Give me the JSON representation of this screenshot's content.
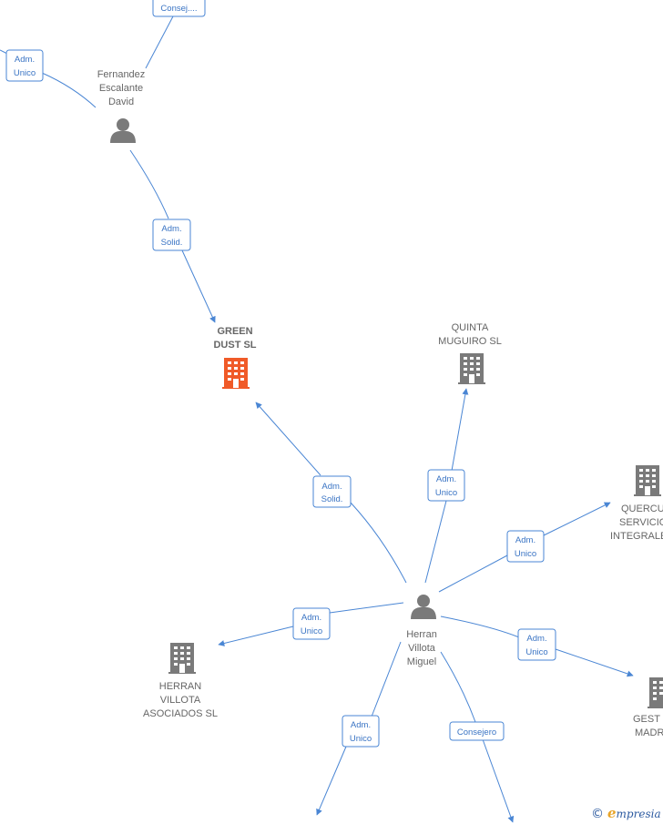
{
  "colors": {
    "edge": "#4a86d4",
    "person_icon": "#7a7a7a",
    "company_icon": "#7a7a7a",
    "main_company_icon": "#f05a28",
    "label": "#666666"
  },
  "nodes": [
    {
      "id": "fernandez",
      "type": "person",
      "lines": [
        "Fernandez",
        "Escalante",
        "David"
      ],
      "icon": "person-icon"
    },
    {
      "id": "green-dust",
      "type": "company",
      "main": true,
      "lines": [
        "GREEN",
        "DUST  SL"
      ],
      "icon": "building-icon"
    },
    {
      "id": "quinta",
      "type": "company",
      "lines": [
        "QUINTA",
        "MUGUIRO  SL"
      ],
      "icon": "building-icon"
    },
    {
      "id": "quercus",
      "type": "company",
      "lines": [
        "QUERCU",
        "SERVICIO",
        "INTEGRALE"
      ],
      "icon": "building-icon"
    },
    {
      "id": "herran-person",
      "type": "person",
      "lines": [
        "Herran",
        "Villota",
        "Miguel"
      ],
      "icon": "person-icon"
    },
    {
      "id": "herran-asociados",
      "type": "company",
      "lines": [
        "HERRAN",
        "VILLOTA",
        "ASOCIADOS  SL"
      ],
      "icon": "building-icon"
    },
    {
      "id": "gest",
      "type": "company",
      "lines": [
        "GEST",
        "MADR"
      ],
      "icon": "building-icon"
    }
  ],
  "edges": [
    {
      "id": "e-top-consej",
      "lines": [
        "Consej...."
      ]
    },
    {
      "id": "e-left-adm",
      "lines": [
        "Adm.",
        "Unico"
      ]
    },
    {
      "id": "e-fernandez-green",
      "lines": [
        "Adm.",
        "Solid."
      ]
    },
    {
      "id": "e-herran-green",
      "lines": [
        "Adm.",
        "Solid."
      ]
    },
    {
      "id": "e-herran-quinta",
      "lines": [
        "Adm.",
        "Unico"
      ]
    },
    {
      "id": "e-herran-quercus",
      "lines": [
        "Adm.",
        "Unico"
      ]
    },
    {
      "id": "e-herran-asociados",
      "lines": [
        "Adm.",
        "Unico"
      ]
    },
    {
      "id": "e-herran-gest",
      "lines": [
        "Adm.",
        "Unico"
      ]
    },
    {
      "id": "e-herran-down-left",
      "lines": [
        "Adm.",
        "Unico"
      ]
    },
    {
      "id": "e-herran-down-right",
      "lines": [
        "Consejero"
      ]
    }
  ],
  "watermark": {
    "copyright": "©",
    "brand_initial": "e",
    "brand_rest": "mpresia"
  }
}
